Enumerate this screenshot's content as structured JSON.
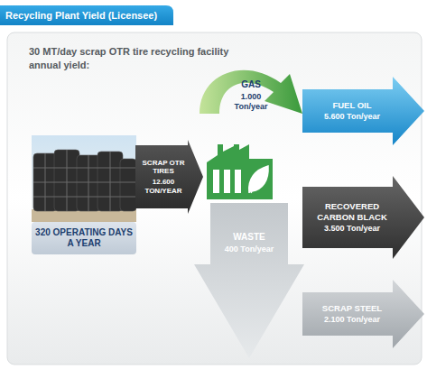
{
  "diagram": {
    "title": "Recycling Plant Yield (Licensee)",
    "nodes": [
      {
        "text": [
          "SCRAP OTR TIRES",
          "12.600 TON/YEAR"
        ]
      },
      {
        "text": [
          "320 OPERATING DAYS A YEAR"
        ]
      },
      {
        "text": [
          "GAS",
          "1.000 Ton/year"
        ]
      },
      {
        "text": [
          "WASTE",
          "400 Ton/year"
        ]
      },
      {
        "text": [
          "FUEL OIL",
          "5.600 Ton/year"
        ]
      },
      {
        "text": [
          "RECOVERED CARBON BLACK",
          "3.500 Ton/year"
        ]
      },
      {
        "text": [
          "SCRAP STEEL",
          "2.100 Ton/year"
        ]
      }
    ],
    "labels": [
      "30 MT/day scrap OTR tire recycling facility annual yield:"
    ]
  }
}
